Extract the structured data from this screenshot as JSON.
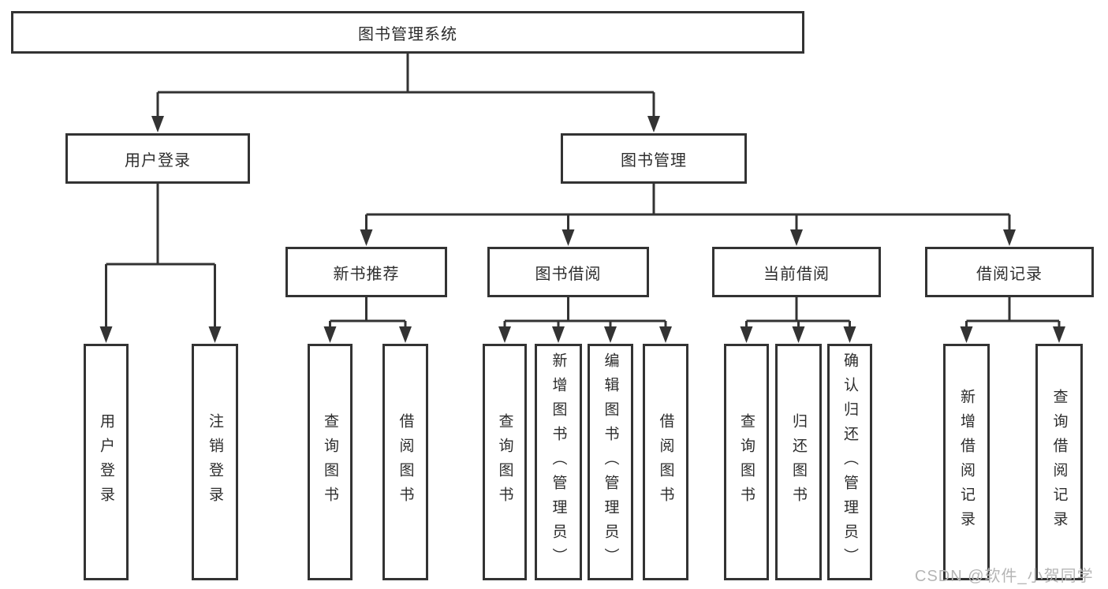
{
  "nodes": {
    "root": "图书管理系统",
    "user_login": "用户登录",
    "book_management": "图书管理",
    "new_book_recommend": "新书推荐",
    "book_borrowing": "图书借阅",
    "current_borrowing": "当前借阅",
    "borrowing_records": "借阅记录",
    "leaves": {
      "user_login": "用户登录",
      "logout": "注销登录",
      "rec_query_book": "查询图书",
      "rec_borrow_book": "借阅图书",
      "bb_query_book": "查询图书",
      "bb_add_book_admin": "新增图书（管理员）",
      "bb_edit_book_admin": "编辑图书（管理员）",
      "bb_borrow_book": "借阅图书",
      "cb_query_book": "查询图书",
      "cb_return_book": "归还图书",
      "cb_confirm_return_admin": "确认归还（管理员）",
      "br_add_record": "新增借阅记录",
      "br_query_record": "查询借阅记录"
    }
  },
  "watermark": "CSDN @软件_小贺同学",
  "colors": {
    "line": "#333333",
    "text": "#2d2d2d",
    "watermark": "#b5b5b5",
    "background": "#ffffff"
  }
}
